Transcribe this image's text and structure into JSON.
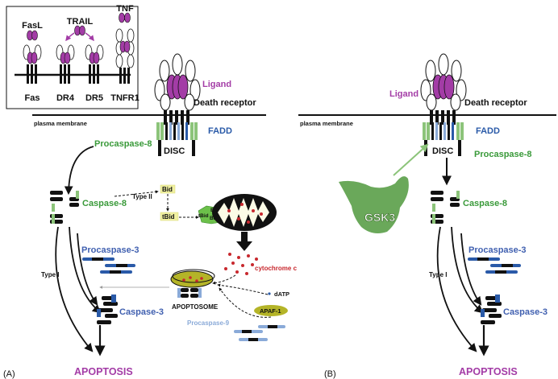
{
  "inset": {
    "ligands": [
      "FasL",
      "TRAIL",
      "TNF"
    ],
    "receptors": [
      "Fas",
      "DR4",
      "DR5",
      "TNFR1"
    ]
  },
  "panelA": {
    "label": "(A)",
    "ligand": "Ligand",
    "death_receptor": "Death receptor",
    "plasma_membrane": "plasma membrane",
    "fadd": "FADD",
    "disc": "DISC",
    "procaspase8": "Procaspase-8",
    "caspase8": "Caspase-8",
    "type2": "Type II",
    "bid": "Bid",
    "tbid": "tBid",
    "tbid2": "tBid",
    "bax": "Bax",
    "bak": "Bak",
    "cytochrome_c": "cytochrome c",
    "procaspase3": "Procaspase-3",
    "type1": "Type I",
    "caspase3": "Caspase-3",
    "apoptosome": "APOPTOSOME",
    "datp": "dATP",
    "apaf1": "APAF-1",
    "procaspase9": "Procaspase-9",
    "apoptosis": "APOPTOSIS"
  },
  "panelB": {
    "label": "(B)",
    "ligand": "Ligand",
    "death_receptor": "Death receptor",
    "plasma_membrane": "plasma membrane",
    "fadd": "FADD",
    "disc": "DISC",
    "procaspase8": "Procaspase-8",
    "gsk3": "GSK3",
    "caspase8": "Caspase-8",
    "procaspase3": "Procaspase-3",
    "type1": "Type I",
    "caspase3": "Caspase-3",
    "apoptosis": "APOPTOSIS"
  },
  "colors": {
    "purple": "#a33ca6",
    "green": "#3a9a3a",
    "light_green": "#8cc47a",
    "blue": "#2a5aa8",
    "light_blue": "#8aaad8",
    "red": "#c8282e",
    "olive": "#b4b428",
    "gsk_green": "#6aa85a"
  }
}
